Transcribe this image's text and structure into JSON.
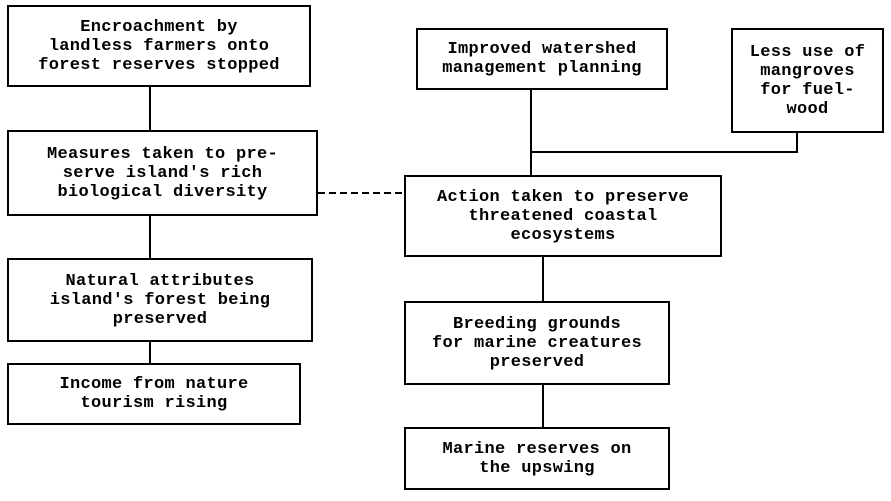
{
  "colors": {
    "line": "#000000",
    "box_fill": "#ffffff",
    "text": "#000000"
  },
  "boxes": {
    "encroachment": "Encroachment by\nlandless farmers onto\nforest reserves stopped",
    "biodiversity": "Measures taken to pre-\nserve island's rich\nbiological diversity",
    "natural_attributes": "Natural attributes\nisland's forest being\npreserved",
    "nature_tourism": "Income from nature\ntourism rising",
    "watershed": "Improved watershed\nmanagement planning",
    "mangroves": "Less use of\nmangroves\nfor fuel-\nwood",
    "coastal_action": "Action taken to preserve\nthreatened coastal\necosystems",
    "breeding_grounds": "Breeding grounds\nfor marine creatures\npreserved",
    "marine_reserves": "Marine reserves on\nthe upswing"
  },
  "connections": [
    {
      "from": "encroachment",
      "to": "biodiversity",
      "style": "solid"
    },
    {
      "from": "biodiversity",
      "to": "natural_attributes",
      "style": "solid"
    },
    {
      "from": "natural_attributes",
      "to": "nature_tourism",
      "style": "solid"
    },
    {
      "from": "biodiversity",
      "to": "coastal_action",
      "style": "dashed"
    },
    {
      "from": "watershed",
      "to": "coastal_action",
      "style": "solid"
    },
    {
      "from": "mangroves",
      "to": "coastal_action",
      "style": "solid"
    },
    {
      "from": "coastal_action",
      "to": "breeding_grounds",
      "style": "solid"
    },
    {
      "from": "breeding_grounds",
      "to": "marine_reserves",
      "style": "solid"
    }
  ]
}
